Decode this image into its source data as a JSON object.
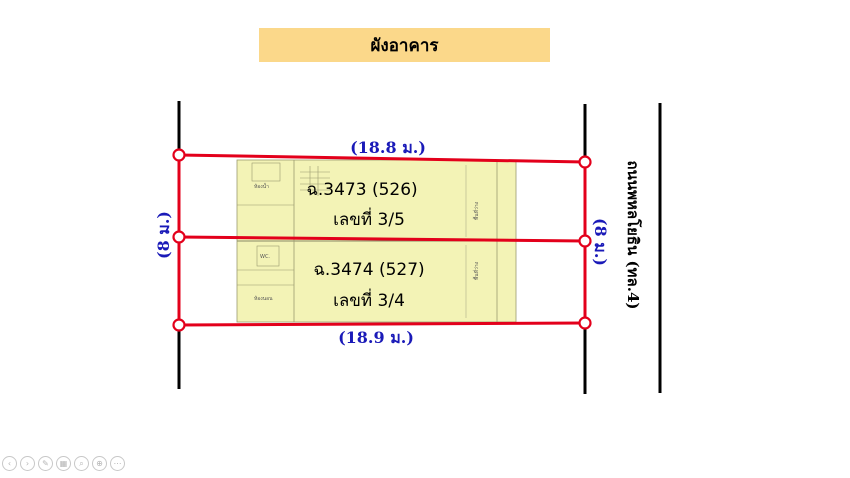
{
  "title": "ผังอาคาร",
  "dimensions": {
    "top_width": "(18.8 ม.)",
    "bottom_width": "(18.9 ม.)",
    "left_depth": "(8 ม.)",
    "right_depth": "(8 ม.)"
  },
  "units": [
    {
      "deed": "ฉ.3473 (526)",
      "house_no": "เลขที่ 3/5"
    },
    {
      "deed": "ฉ.3474 (527)",
      "house_no": "เลขที่ 3/4"
    }
  ],
  "road_label": "ถนนพหลโยธิน (ทล.4)",
  "toolbar": {
    "prev": "‹",
    "next": "›",
    "pen": "✎",
    "slides": "▦",
    "search": "⌕",
    "zoom": "⊕",
    "more": "⋯"
  },
  "colors": {
    "building_fill": "#f3f3b6",
    "boundary_red": "#e3001b",
    "label_blue": "#1a1ab8",
    "title_bg": "#fbd88a"
  }
}
